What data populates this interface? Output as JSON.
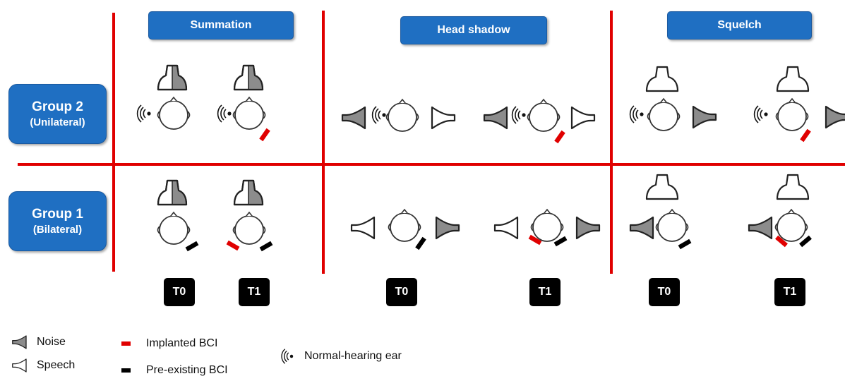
{
  "effects": [
    {
      "id": "summation",
      "label": "Summation"
    },
    {
      "id": "head_shadow",
      "label": "Head shadow"
    },
    {
      "id": "squelch",
      "label": "Squelch"
    }
  ],
  "groups": [
    {
      "name": "Group 2",
      "type": "(Unilateral)"
    },
    {
      "name": "Group 1",
      "type": "(Bilateral)"
    }
  ],
  "timepoints": [
    "T0",
    "T1",
    "T0",
    "T1",
    "T0",
    "T1"
  ],
  "legend": {
    "noise": "Noise",
    "speech": "Speech",
    "implanted": "Implanted BCI",
    "preexisting": "Pre-existing BCI",
    "normal_ear": "Normal-hearing ear"
  },
  "colors": {
    "header_blue": "#1f6fc2",
    "divider_red": "#e00000",
    "implanted_red": "#e00000",
    "preexisting_black": "#000000",
    "noise_gray": "#8c8c8c"
  }
}
